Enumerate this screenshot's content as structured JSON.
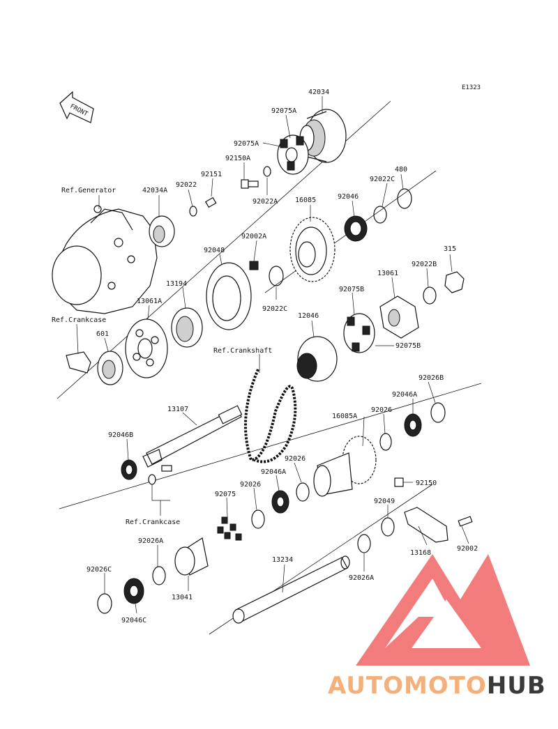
{
  "diagram_code": "E1323",
  "front_label": "FRONT",
  "watermark": {
    "part1": "AUTOMOTO",
    "part2": "HUB",
    "color1": "#f4b07a",
    "color2": "#3a3a3a",
    "logo_color": "#ef5b5b"
  },
  "labels": {
    "p42034": "42034",
    "p92075A_1": "92075A",
    "p92075A_2": "92075A",
    "p92150A": "92150A",
    "p92022A": "92022A",
    "p92022C_1": "92022C",
    "p480": "480",
    "ref_generator": "Ref.Generator",
    "p42034A": "42034A",
    "p92022": "92022",
    "p92151": "92151",
    "p16085": "16085",
    "p92046": "92046",
    "p92002A": "92002A",
    "p92048": "92048",
    "p315": "315",
    "p92022B": "92022B",
    "p13061": "13061",
    "p13194": "13194",
    "p92022C_2": "92022C",
    "p92075B_1": "92075B",
    "p13061A": "13061A",
    "p12046": "12046",
    "ref_crankcase_1": "Ref.Crankcase",
    "p92075B_2": "92075B",
    "p601": "601",
    "ref_crankshaft": "Ref.Crankshaft",
    "p92026B": "92026B",
    "p92046A_1": "92046A",
    "p13107": "13107",
    "p16085A": "16085A",
    "p92026_1": "92026",
    "p92046B": "92046B",
    "p92026_2": "92026",
    "p92046A_2": "92046A",
    "p92150": "92150",
    "p92026_3": "92026",
    "ref_crankcase_2": "Ref.Crankcase",
    "p92075": "92075",
    "p92049": "92049",
    "p92026A_1": "92026A",
    "p13168": "13168",
    "p92002": "92002",
    "p13234": "13234",
    "p92026C": "92026C",
    "p13041": "13041",
    "p92026A_2": "92026A",
    "p92046C": "92046C"
  }
}
